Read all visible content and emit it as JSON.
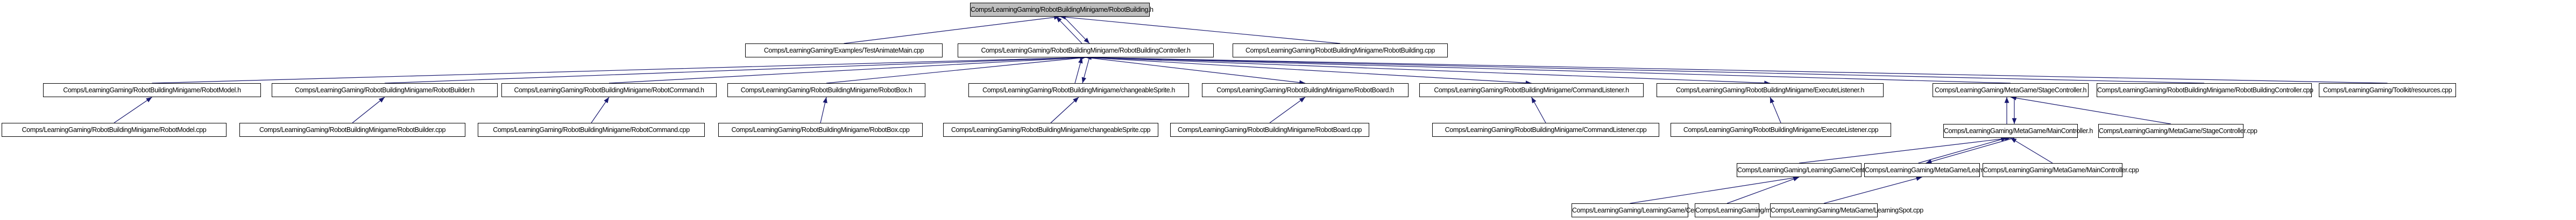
{
  "graph": {
    "title": "Include dependency graph for Comps/LearningGaming/RobotBuildingMinigame/RobotBuilding.h",
    "colors": {
      "edge": "#191970",
      "root_fill": "#bfbfbf",
      "node_fill": "#ffffff",
      "border": "#000000"
    },
    "nodes": [
      {
        "id": "n0",
        "label": "Comps/LearningGaming/RobotBuildingMinigame/RobotBuilding.h",
        "root": true
      },
      {
        "id": "n1",
        "label": "Comps/LearningGaming/Examples/TestAnimateMain.cpp"
      },
      {
        "id": "n2",
        "label": "Comps/LearningGaming/RobotBuildingMinigame/RobotBuildingController.h"
      },
      {
        "id": "n3",
        "label": "Comps/LearningGaming/RobotBuildingMinigame/RobotBuilding.cpp"
      },
      {
        "id": "n4",
        "label": "Comps/LearningGaming/RobotBuildingMinigame/RobotModel.h"
      },
      {
        "id": "n5",
        "label": "Comps/LearningGaming/RobotBuildingMinigame/RobotBuilder.h"
      },
      {
        "id": "n6",
        "label": "Comps/LearningGaming/RobotBuildingMinigame/RobotCommand.h"
      },
      {
        "id": "n7",
        "label": "Comps/LearningGaming/RobotBuildingMinigame/RobotBox.h"
      },
      {
        "id": "n8",
        "label": "Comps/LearningGaming/RobotBuildingMinigame/changeableSprite.h"
      },
      {
        "id": "n9",
        "label": "Comps/LearningGaming/RobotBuildingMinigame/RobotBoard.h"
      },
      {
        "id": "n10",
        "label": "Comps/LearningGaming/RobotBuildingMinigame/CommandListener.h"
      },
      {
        "id": "n11",
        "label": "Comps/LearningGaming/RobotBuildingMinigame/ExecuteListener.h"
      },
      {
        "id": "n12",
        "label": "Comps/LearningGaming/MetaGame/StageController.h"
      },
      {
        "id": "n13",
        "label": "Comps/LearningGaming/RobotBuildingMinigame/RobotBuildingController.cpp"
      },
      {
        "id": "n14",
        "label": "Comps/LearningGaming/Toolkit/resources.cpp"
      },
      {
        "id": "n15",
        "label": "Comps/LearningGaming/RobotBuildingMinigame/RobotModel.cpp"
      },
      {
        "id": "n16",
        "label": "Comps/LearningGaming/RobotBuildingMinigame/RobotBuilder.cpp"
      },
      {
        "id": "n17",
        "label": "Comps/LearningGaming/RobotBuildingMinigame/RobotCommand.cpp"
      },
      {
        "id": "n18",
        "label": "Comps/LearningGaming/RobotBuildingMinigame/RobotBox.cpp"
      },
      {
        "id": "n19",
        "label": "Comps/LearningGaming/RobotBuildingMinigame/changeableSprite.cpp"
      },
      {
        "id": "n20",
        "label": "Comps/LearningGaming/RobotBuildingMinigame/RobotBoard.cpp"
      },
      {
        "id": "n21",
        "label": "Comps/LearningGaming/RobotBuildingMinigame/CommandListener.cpp"
      },
      {
        "id": "n22",
        "label": "Comps/LearningGaming/RobotBuildingMinigame/ExecuteListener.cpp"
      },
      {
        "id": "n23",
        "label": "Comps/LearningGaming/MetaGame/MainController.h"
      },
      {
        "id": "n24",
        "label": "Comps/LearningGaming/MetaGame/StageController.cpp"
      },
      {
        "id": "n25",
        "label": "Comps/LearningGaming/LearningGame/CentralController.h"
      },
      {
        "id": "n26",
        "label": "Comps/LearningGaming/MetaGame/LearningSpot.h"
      },
      {
        "id": "n27",
        "label": "Comps/LearningGaming/MetaGame/MainController.cpp"
      },
      {
        "id": "n28",
        "label": "Comps/LearningGaming/LearningGame/CentralController.cpp"
      },
      {
        "id": "n29",
        "label": "Comps/LearningGaming/main.cpp"
      },
      {
        "id": "n30",
        "label": "Comps/LearningGaming/MetaGame/LearningSpot.cpp"
      }
    ],
    "edges": [
      {
        "from": "n1",
        "to": "n0"
      },
      {
        "from": "n2",
        "to": "n0"
      },
      {
        "from": "n0",
        "to": "n2"
      },
      {
        "from": "n3",
        "to": "n0"
      },
      {
        "from": "n4",
        "to": "n2"
      },
      {
        "from": "n5",
        "to": "n2"
      },
      {
        "from": "n6",
        "to": "n2"
      },
      {
        "from": "n7",
        "to": "n2"
      },
      {
        "from": "n8",
        "to": "n2"
      },
      {
        "from": "n2",
        "to": "n8"
      },
      {
        "from": "n2",
        "to": "n9"
      },
      {
        "from": "n2",
        "to": "n10"
      },
      {
        "from": "n2",
        "to": "n11"
      },
      {
        "from": "n12",
        "to": "n2"
      },
      {
        "from": "n13",
        "to": "n2"
      },
      {
        "from": "n14",
        "to": "n2"
      },
      {
        "from": "n15",
        "to": "n4"
      },
      {
        "from": "n16",
        "to": "n5"
      },
      {
        "from": "n17",
        "to": "n6"
      },
      {
        "from": "n18",
        "to": "n7"
      },
      {
        "from": "n19",
        "to": "n8"
      },
      {
        "from": "n20",
        "to": "n9"
      },
      {
        "from": "n21",
        "to": "n10"
      },
      {
        "from": "n22",
        "to": "n11"
      },
      {
        "from": "n23",
        "to": "n12"
      },
      {
        "from": "n12",
        "to": "n23"
      },
      {
        "from": "n24",
        "to": "n12"
      },
      {
        "from": "n25",
        "to": "n23"
      },
      {
        "from": "n26",
        "to": "n23"
      },
      {
        "from": "n23",
        "to": "n26"
      },
      {
        "from": "n27",
        "to": "n23"
      },
      {
        "from": "n28",
        "to": "n25"
      },
      {
        "from": "n29",
        "to": "n25"
      },
      {
        "from": "n30",
        "to": "n26"
      }
    ]
  }
}
